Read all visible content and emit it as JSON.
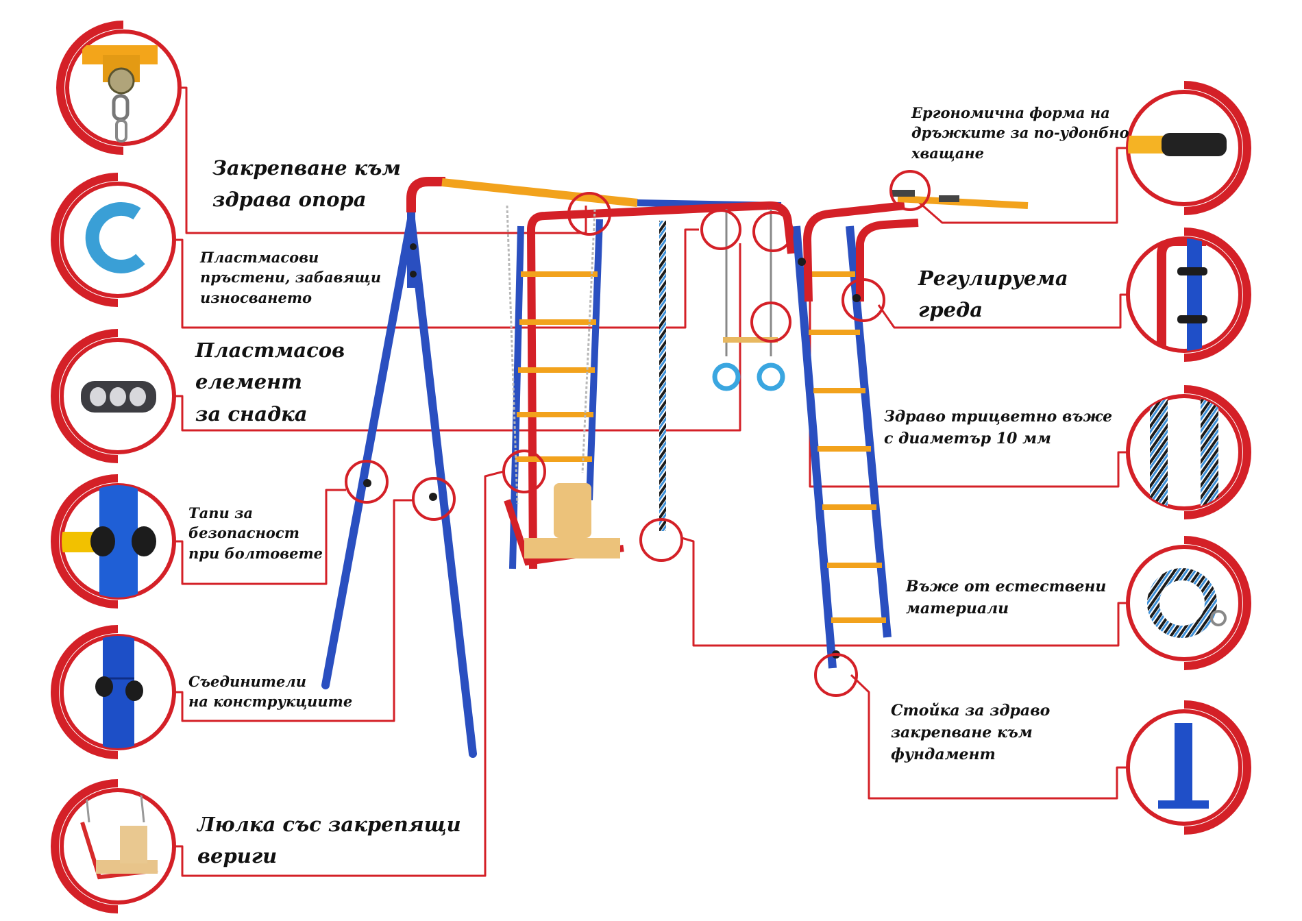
{
  "colors": {
    "accent_red": "#d42027",
    "frame_blue": "#2a4fc0",
    "rung_orange": "#f2a21c",
    "bar_yellow": "#f5b324",
    "ring_cyan": "#3aa6e0"
  },
  "callouts": {
    "left": [
      {
        "id": "support",
        "label": "Закрепване към\nздрава опора",
        "icon": "pulley-hook-icon"
      },
      {
        "id": "rings",
        "label": "Пластмасови\nпръстени, забавящи\nизносването",
        "icon": "plastic-ring-icon"
      },
      {
        "id": "snap",
        "label": "Пластмасов\nелемент\nза снадка",
        "icon": "snap-connector-icon"
      },
      {
        "id": "caps",
        "label": "Тапи за\nбезопасност\nпри болтовете",
        "icon": "bolt-cap-icon"
      },
      {
        "id": "joints",
        "label": "Съединители\nна конструкциите",
        "icon": "pipe-connector-icon"
      },
      {
        "id": "swing",
        "label": "Люлка със закрепящи\nвериги",
        "icon": "swing-seat-icon"
      }
    ],
    "right": [
      {
        "id": "handles",
        "label": "Ергономична форма на\nдръжките за по-удонбно\nхващане",
        "icon": "grip-handle-icon"
      },
      {
        "id": "beam",
        "label": "Регулируема\nгреда",
        "icon": "adjustable-beam-icon"
      },
      {
        "id": "rope3",
        "label": "Здраво трицветно въже\nс диаметър 10 мм",
        "icon": "tricolor-rope-icon"
      },
      {
        "id": "rope_nat",
        "label": "Въже от естествени\nматериали",
        "icon": "coiled-rope-icon"
      },
      {
        "id": "stand",
        "label": "Стойка за здраво\nзакрепване към\nфундамент",
        "icon": "ground-stand-icon"
      }
    ]
  }
}
